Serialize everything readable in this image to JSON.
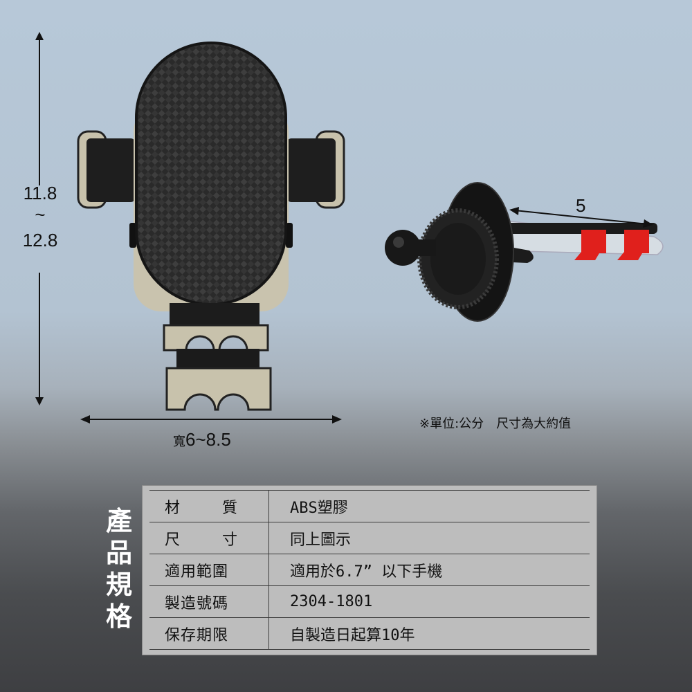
{
  "dimensions": {
    "height_line1": "11.8",
    "height_line2": "~",
    "height_line3": "12.8",
    "width_label": "寬",
    "width_value": "6~8.5",
    "clip_length": "5",
    "unit_note": "※單位:公分　尺寸為大約值"
  },
  "spec": {
    "title_chars": [
      "產",
      "品",
      "規",
      "格"
    ],
    "rows": [
      {
        "key_parts": [
          "材",
          "質"
        ],
        "value": "ABS塑膠"
      },
      {
        "key_parts": [
          "尺",
          "寸"
        ],
        "value": "同上圖示"
      },
      {
        "key": "適用範圍",
        "value": "適用於6.7” 以下手機"
      },
      {
        "key": "製造號碼",
        "value": "2304-1801"
      },
      {
        "key": "保存期限",
        "value": "自製造日起算10年"
      }
    ]
  },
  "colors": {
    "carbon": "#2b2b2b",
    "beige": "#c8c2ac",
    "red_clip": "#e0201c"
  }
}
